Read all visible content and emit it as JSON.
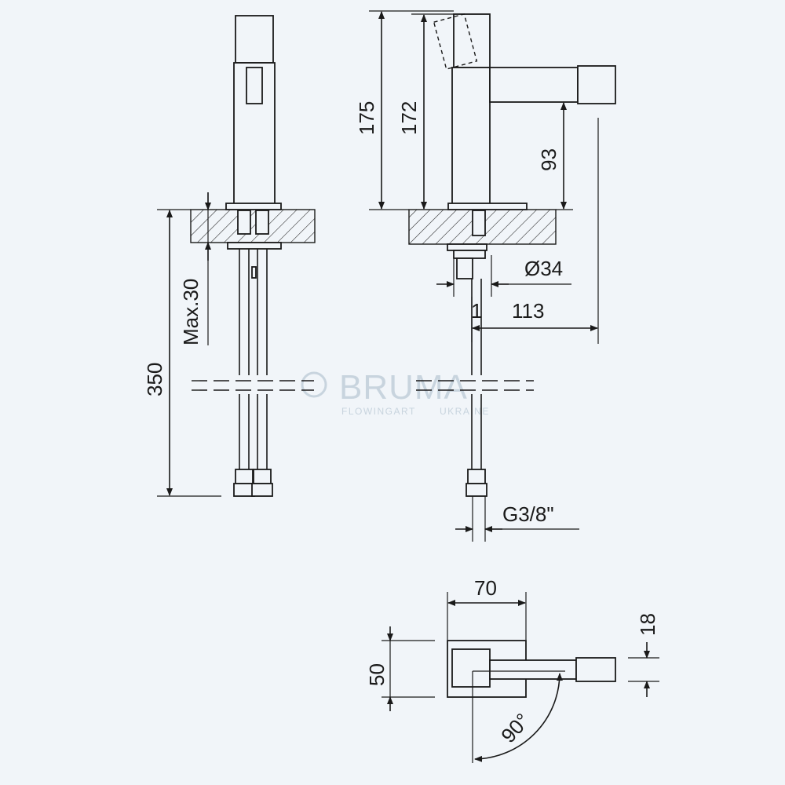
{
  "brand": {
    "name": "BRUMA",
    "tagline": "FLOWINGART",
    "region": "UKRAINE",
    "color": "#c8d4de"
  },
  "colors": {
    "background": "#f1f5f9",
    "line": "#1a1a1a"
  },
  "dimensions": {
    "mounting_max": "Max.30",
    "hose_length": "350",
    "overall_height": "175",
    "body_height": "172",
    "spout_height": "93",
    "base_diameter": "Ø34",
    "offset": "1",
    "spout_reach": "113",
    "thread": "G3/8\"",
    "width": "70",
    "depth": "50",
    "spout_section": "18",
    "rotation": "90°"
  }
}
